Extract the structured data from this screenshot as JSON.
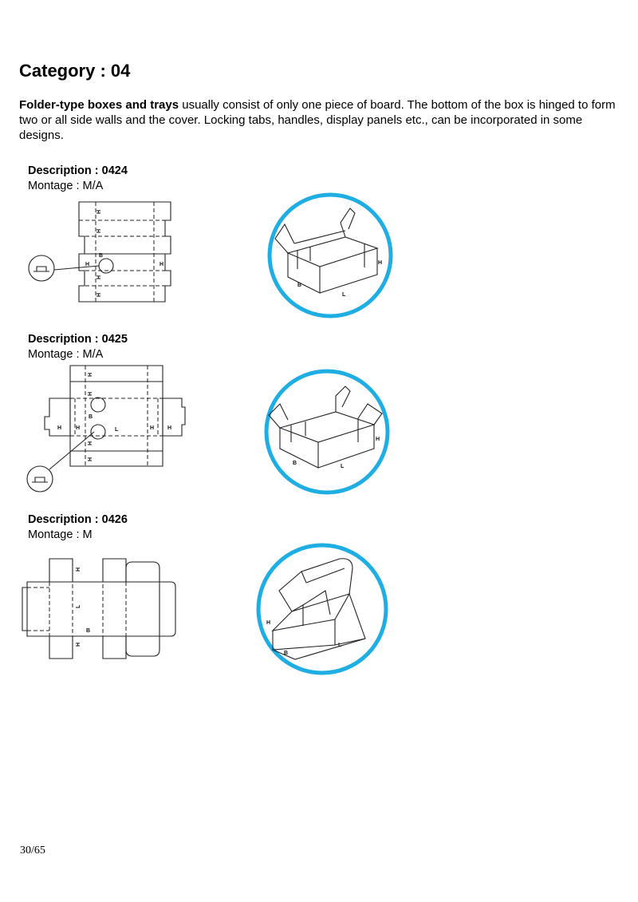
{
  "page": {
    "title": "Category : 04",
    "intro_bold": "Folder-type boxes and trays",
    "intro_rest": " usually consist of only one piece of board. The bottom of the box is hinged to form two or all side walls and the cover. Locking tabs, handles, display panels etc., can be incorporated in some designs.",
    "page_number": "30/65"
  },
  "items": [
    {
      "description": "Description : 0424",
      "montage": "Montage : M/A"
    },
    {
      "description": "Description : 0425",
      "montage": "Montage : M/A"
    },
    {
      "description": "Description : 0426",
      "montage": "Montage : M"
    }
  ],
  "dimension_labels": {
    "height": "H",
    "breadth": "B",
    "length": "L"
  },
  "colors": {
    "ring": "#1eaee3",
    "line": "#222222"
  }
}
